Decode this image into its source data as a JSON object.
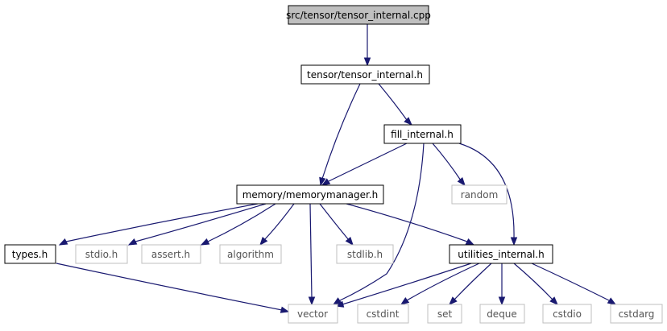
{
  "colors": {
    "edge": "#191970",
    "root_fill": "#bfbfbf",
    "documented_border": "#000000",
    "undocumented_border": "#bfbfbf",
    "undocumented_text": "#555555",
    "text": "#000000"
  },
  "nodes": {
    "root": {
      "label": "src/tensor/tensor_internal.cpp",
      "kind": "root"
    },
    "tensor_internal_h": {
      "label": "tensor/tensor_internal.h",
      "kind": "documented"
    },
    "fill_internal_h": {
      "label": "fill_internal.h",
      "kind": "documented"
    },
    "memorymanager_h": {
      "label": "memory/memorymanager.h",
      "kind": "documented"
    },
    "random": {
      "label": "random",
      "kind": "external"
    },
    "types_h": {
      "label": "types.h",
      "kind": "documented"
    },
    "stdio_h": {
      "label": "stdio.h",
      "kind": "external"
    },
    "assert_h": {
      "label": "assert.h",
      "kind": "external"
    },
    "algorithm": {
      "label": "algorithm",
      "kind": "external"
    },
    "stdlib_h": {
      "label": "stdlib.h",
      "kind": "external"
    },
    "utilities_internal_h": {
      "label": "utilities_internal.h",
      "kind": "documented"
    },
    "vector": {
      "label": "vector",
      "kind": "external"
    },
    "cstdint": {
      "label": "cstdint",
      "kind": "external"
    },
    "set": {
      "label": "set",
      "kind": "external"
    },
    "deque": {
      "label": "deque",
      "kind": "external"
    },
    "cstdio": {
      "label": "cstdio",
      "kind": "external"
    },
    "cstdarg": {
      "label": "cstdarg",
      "kind": "external"
    }
  },
  "edges": [
    {
      "from": "root",
      "to": "tensor_internal_h"
    },
    {
      "from": "tensor_internal_h",
      "to": "fill_internal_h"
    },
    {
      "from": "tensor_internal_h",
      "to": "memorymanager_h"
    },
    {
      "from": "fill_internal_h",
      "to": "memorymanager_h"
    },
    {
      "from": "fill_internal_h",
      "to": "random"
    },
    {
      "from": "fill_internal_h",
      "to": "utilities_internal_h"
    },
    {
      "from": "fill_internal_h",
      "to": "vector"
    },
    {
      "from": "memorymanager_h",
      "to": "types_h"
    },
    {
      "from": "memorymanager_h",
      "to": "stdio_h"
    },
    {
      "from": "memorymanager_h",
      "to": "assert_h"
    },
    {
      "from": "memorymanager_h",
      "to": "algorithm"
    },
    {
      "from": "memorymanager_h",
      "to": "vector"
    },
    {
      "from": "memorymanager_h",
      "to": "stdlib_h"
    },
    {
      "from": "memorymanager_h",
      "to": "utilities_internal_h"
    },
    {
      "from": "types_h",
      "to": "vector"
    },
    {
      "from": "utilities_internal_h",
      "to": "vector"
    },
    {
      "from": "utilities_internal_h",
      "to": "cstdint"
    },
    {
      "from": "utilities_internal_h",
      "to": "set"
    },
    {
      "from": "utilities_internal_h",
      "to": "deque"
    },
    {
      "from": "utilities_internal_h",
      "to": "cstdio"
    },
    {
      "from": "utilities_internal_h",
      "to": "cstdarg"
    }
  ]
}
